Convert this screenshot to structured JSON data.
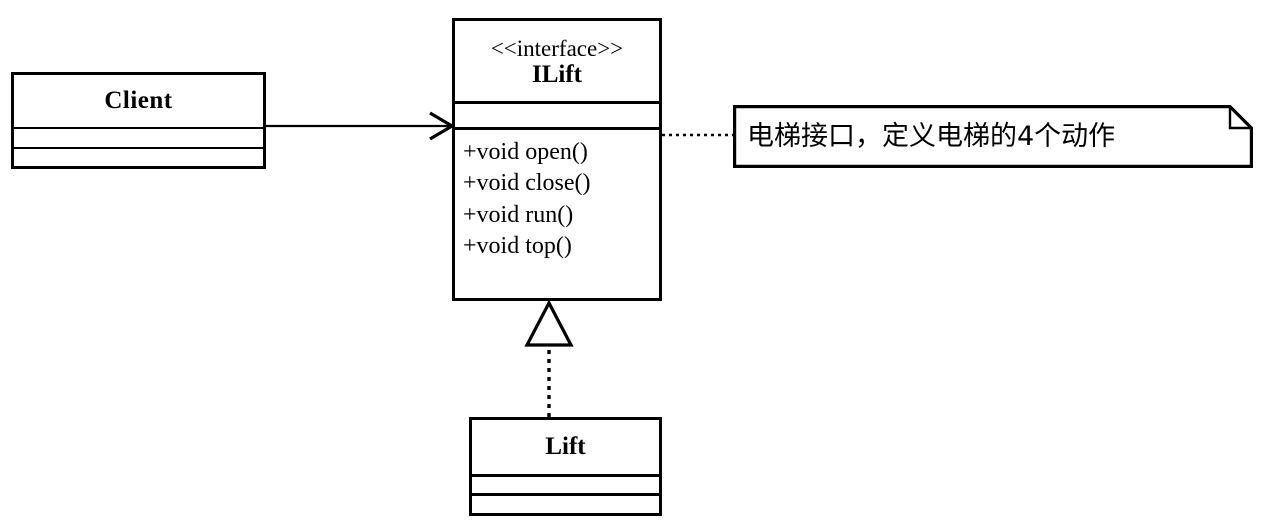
{
  "diagram": {
    "type": "uml-class-diagram",
    "background_color": "#ffffff",
    "line_color": "#000000",
    "classes": [
      {
        "id": "client",
        "name": "Client",
        "stereotype": "",
        "attributes": [],
        "methods": []
      },
      {
        "id": "ilift",
        "name": "ILift",
        "stereotype": "<<interface>>",
        "attributes": [],
        "methods": [
          "+void open()",
          "+void close()",
          "+void run()",
          "+void top()"
        ]
      },
      {
        "id": "lift",
        "name": "Lift",
        "stereotype": "",
        "attributes": [],
        "methods": []
      }
    ],
    "note": {
      "text": "电梯接口，定义电梯的4个动作",
      "attached_to": "ILift"
    },
    "relationships": [
      {
        "kind": "association",
        "line_style": "solid",
        "arrow": "open",
        "from": "Client",
        "to": "ILift"
      },
      {
        "kind": "realization",
        "line_style": "dotted",
        "arrow": "hollow-triangle",
        "from": "Lift",
        "to": "ILift"
      },
      {
        "kind": "note-anchor",
        "line_style": "dotted",
        "arrow": "none",
        "from": "ILift",
        "to": "note"
      }
    ]
  }
}
